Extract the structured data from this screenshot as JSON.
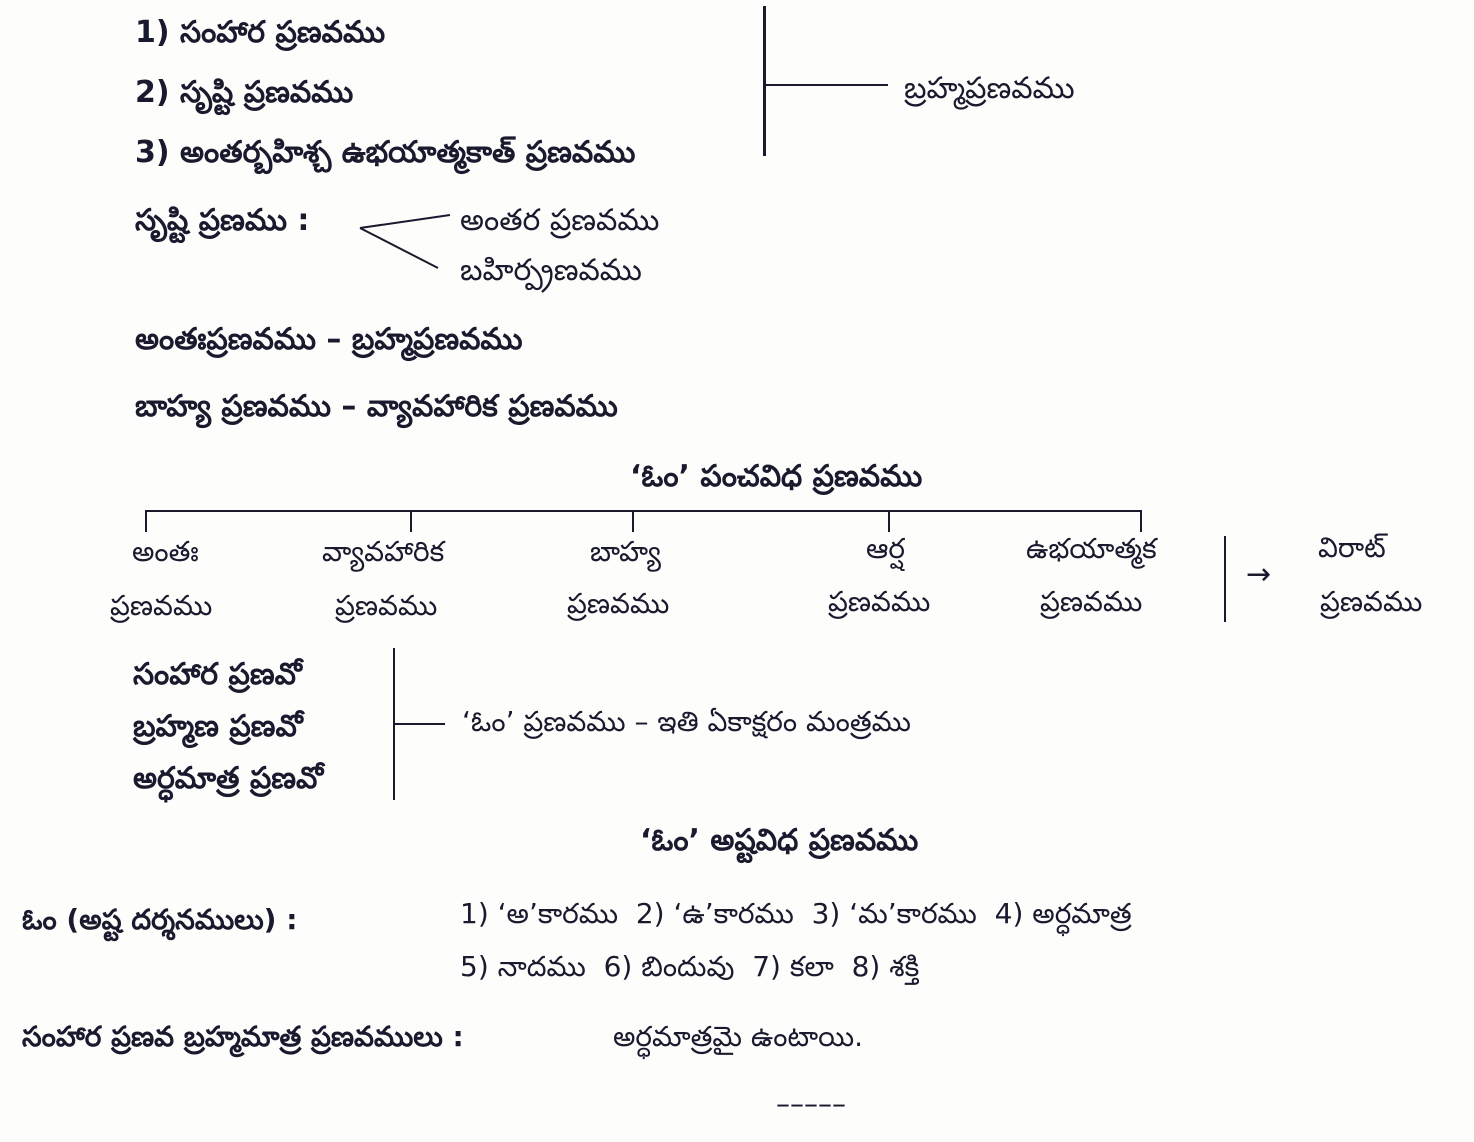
{
  "brahma_section": {
    "items": [
      "1) సంహార ప్రణవము",
      "2) సృష్టి ప్రణవము",
      "3) అంతర్బహిశ్చ ఉభయాత్మకాత్ ప్రణవము"
    ],
    "result": "బ్రహ్మప్రణవము"
  },
  "srushti_section": {
    "label": "సృష్టి ప్రణము :",
    "branches": [
      "అంతర ప్రణవము",
      "బహిర్ప్రణవము"
    ]
  },
  "equivalences": [
    "అంతఃప్రణవము – బ్రహ్మప్రణవము",
    "బాహ్య ప్రణవము – వ్యావహారిక ప్రణవము"
  ],
  "panchavidha": {
    "heading": "‘ఓం’ పంచవిధ ప్రణవము",
    "types": [
      {
        "line1": "అంతః",
        "line2": "ప్రణవము"
      },
      {
        "line1": "వ్యావహారిక",
        "line2": "ప్రణవము"
      },
      {
        "line1": "బాహ్య",
        "line2": "ప్రణవము"
      },
      {
        "line1": "ఆర్ష",
        "line2": "ప్రణవము"
      },
      {
        "line1": "ఉభయాత్మక",
        "line2": "ప్రణవము"
      }
    ],
    "arrow": "→",
    "result": {
      "line1": "విరాట్",
      "line2": "ప్రణవము"
    }
  },
  "ekakshara": {
    "items": [
      "సంహార ప్రణవో",
      "బ్రహ్మణ ప్రణవో",
      "అర్ధమాత్ర ప్రణవో"
    ],
    "result": "‘ఓం’ ప్రణవము – ఇతి ఏకాక్షరం మంత్రము"
  },
  "ashtavidha": {
    "heading": "‘ఓం’ అష్టవిధ ప్రణవము",
    "label": "ఓం (అష్ట దర్శనములు) :",
    "line1": "1) ‘అ’కారము  2) ‘ఉ’కారము  3) ‘మ’కారము  4) అర్ధమాత్ర",
    "line2": "5) నాదము  6) బిందువు  7) కలా  8) శక్తి"
  },
  "conclusion": {
    "label": "సంహార ప్రణవ బ్రహ్మమాత్ర ప్రణవములు :",
    "text": "అర్ధమాత్రమై ఉంటాయి."
  },
  "end_mark": "–––––"
}
